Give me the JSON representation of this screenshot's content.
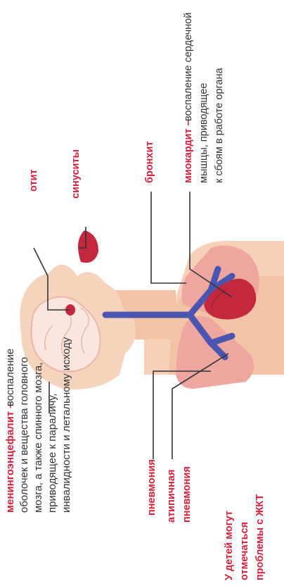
{
  "colors": {
    "accent": "#d6203c",
    "skin": "#f3c3a6",
    "lungs": "#eea7a0",
    "trachea": "#4a55b0",
    "brain": "#f6d7cc"
  },
  "labels": {
    "meningo_title": "менингоэнцефалит –",
    "meningo_line1": "воспаление",
    "meningo_line2": "оболочек и вещества головного",
    "meningo_line3": "мозга, а также спинного мозга,",
    "meningo_line4": "приводящее к параличу,",
    "meningo_line5": "инвалидности и летальному исходу",
    "otit": "отит",
    "sinusity": "синуситы",
    "bronchit": "бронхит",
    "myocard_title": "миокардит –",
    "myocard_line1": "воспаление сердечной",
    "myocard_line2": "мышцы, приводящее",
    "myocard_line3": "к сбоям в работе органа",
    "pneumonia": "пневмония",
    "atypical_line1": "атипичная",
    "atypical_line2": "пневмония",
    "gi_line1": "У детей могут",
    "gi_line2": "отмечаться",
    "gi_line3": "проблемы с ЖКТ"
  }
}
